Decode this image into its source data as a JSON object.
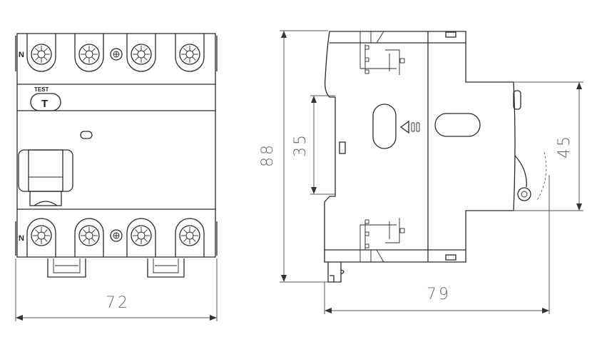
{
  "front_view": {
    "neutral_top": "N",
    "neutral_bottom": "N",
    "test_label": "TEST",
    "test_button": "T",
    "width_dim": "72"
  },
  "side_view": {
    "height_dim": "88",
    "din_rail_dim": "35",
    "front_face_dim": "45",
    "depth_dim": "79"
  },
  "colors": {
    "line": "#2a2a2a",
    "dimension": "#666666",
    "background": "#ffffff"
  }
}
